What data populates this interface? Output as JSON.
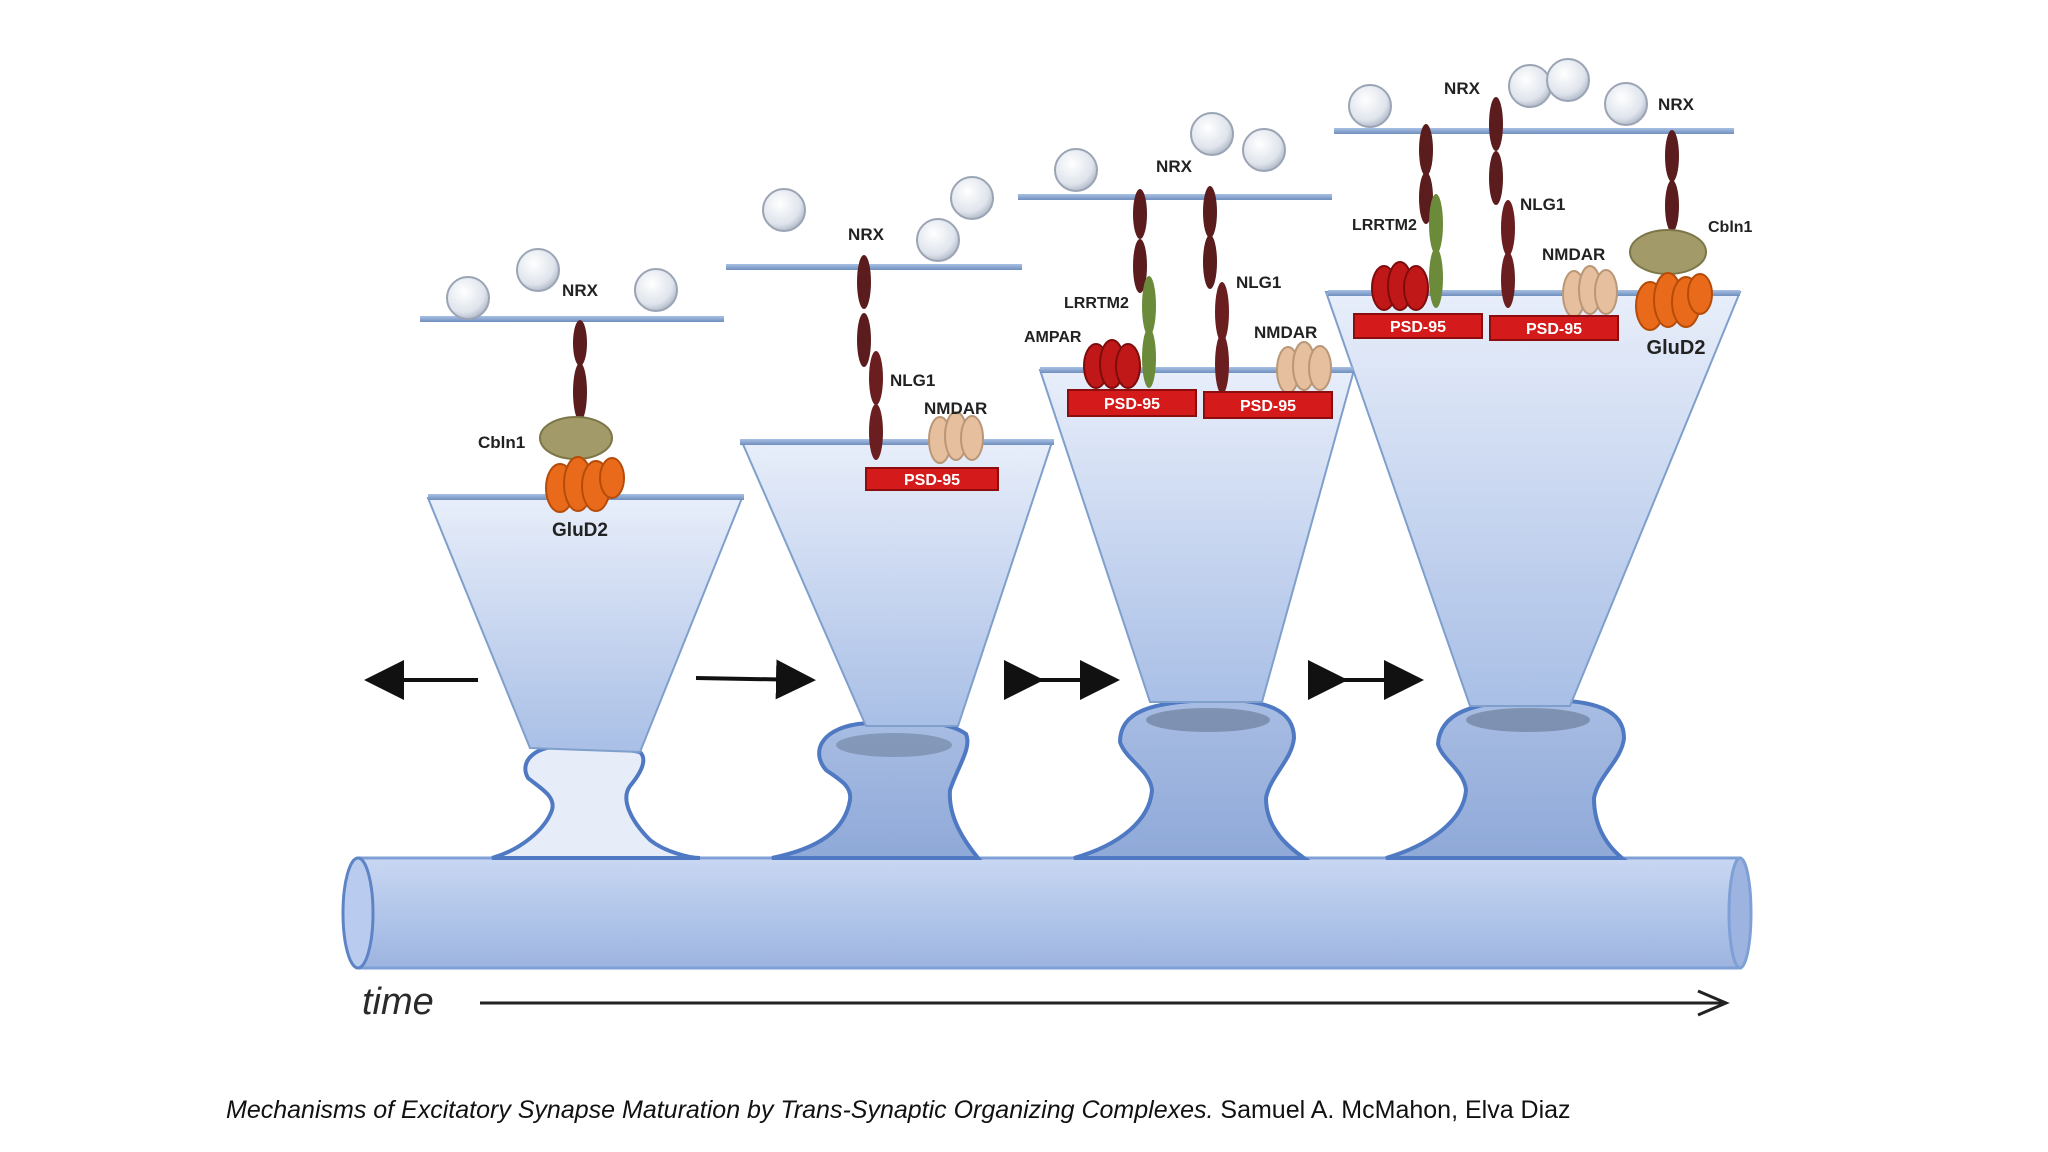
{
  "labels": {
    "nrx": "NRX",
    "nlg1": "NLG1",
    "nmdar": "NMDAR",
    "psd95": "PSD-95",
    "cbln1": "Cbln1",
    "glud2": "GluD2",
    "lrrtm2": "LRRTM2",
    "ampar": "AMPAR",
    "time": "time"
  },
  "caption": {
    "title": "Mechanisms of Excitatory Synapse Maturation by Trans-Synaptic Organizing Complexes.",
    "authors": "Samuel A. McMahon, Elva Diaz"
  },
  "colors": {
    "membrane": "#7f9fcc",
    "cone": "#b5c9ec",
    "dendrite": "#a9bfe6",
    "outline": "#4f79c2",
    "nrx": "#5a1c1c",
    "nlg1": "#6a1e20",
    "lrrtm2": "#6b8a3a",
    "cbln1": "#a29a68",
    "glud2": "#e86a1a",
    "nmdar": "#e6c09e",
    "ampar": "#c01818",
    "psd95": "#d41a1a"
  }
}
